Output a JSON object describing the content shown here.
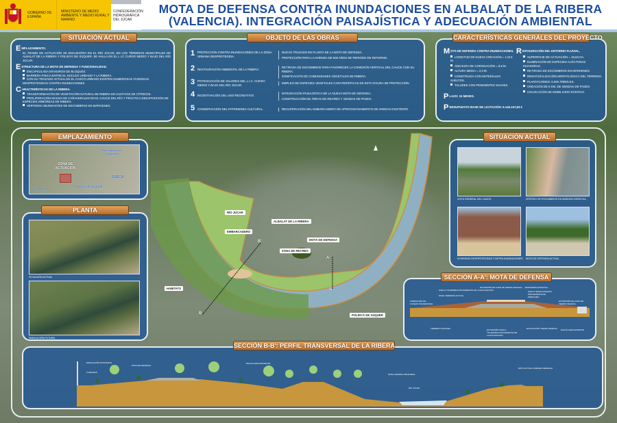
{
  "header": {
    "logos": {
      "gobierno": "GOBIERNO DE ESPAÑA",
      "ministerio": "MINISTERIO DE MEDIO AMBIENTE Y MEDIO RURAL Y MARINO",
      "confederacion": "CONFEDERACIÓN HIDROGRÁFICA DEL JÚCAR"
    },
    "title_line1": "MOTA DE DEFENSA CONTRA INUNDACIONES EN ALBALAT DE LA RIBERA",
    "title_line2": "(VALENCIA). INTEGRACIÓN PAISAJÍSTICA Y ADECUACIÓN AMBIENTAL"
  },
  "situacion": {
    "title": "SITUACIÓN ACTUAL",
    "sections": [
      {
        "initial": "E",
        "heading": "MPLAZAMIENTO.",
        "text": "EL TRAMO DE ACTUACIÓN SE ENCUENTRA EN EL RÍO JÚCAR, EN LOS TÉRMINOS MUNICIPALES DE ALBALAT DE LA RIBERA Y POLINYÀ DE XÚQUER. SE HALLA EN EL L.I.C CURSO MEDIO Y BAJO DEL RÍO JÚCAR.",
        "bullets": []
      },
      {
        "initial": "E",
        "heading": "STRUCTURA DE LA MOTA DE DEFENSA Y FUNCIONALIDAD.",
        "text": "",
        "bullets": [
          "ENCAPSULADA EN MUROS DE BLOQUES.",
          "BARRERA FÍSICA ENTRE EL NÚCLEO URBANO Y LA RIBERA.",
          "CON SU TRAZADO ACTUAL EN EL CASCO URBANO EXISTEN NUMEROSAS VIVIENDAS DESPROTEGIDAS CONTRA INUNDACIONES."
        ]
      },
      {
        "initial": "C",
        "heading": "ARACTERÍSTICAS DE LA RIBERA.",
        "text": "",
        "bullets": [
          "TRANSFORMACIÓN DE VEGETACIÓN NATURAL DE RIBERA EN CULTIVOS DE CÍTRICOS.",
          "PROLIFERACIÓN MASIVA DE CAÑAVERALES EN EL CAUCE DEL RÍO Y PRÁCTICA DESAPARICIÓN DE ESPECIES ARBÓREAS DE RIBERA.",
          "VERTIDOS ABUNDANTES DE ESCOMBROS EN MÁRGENES."
        ]
      }
    ]
  },
  "objeto": {
    "title": "OBJETO DE LAS OBRAS",
    "items": [
      {
        "n": "1",
        "left": "PROTECCIÓN CONTRA INUNDACIONES DE LA ZONA URBANA DESPROTEGIDA.",
        "right": [
          "NUEVO TRAZADO EN PLANTA DE LA MOTA DE DEFENSA.",
          "PROTECCIÓN PARA LA AVENIDA DE 500 AÑOS DE PERIODO DE RETORNO."
        ]
      },
      {
        "n": "2",
        "left": "RESTAURACIÓN AMBIENTAL DE LA RIBERA.",
        "right": [
          "RETIRADA DE ESCOMBROS PARA FAVORECER LA CONEXIÓN VERTICAL DEL CAUCE CON SU RIBERA.",
          "ZONIFICACIÓN DE COMUNIDADES VEGETALES DE RIBERA."
        ]
      },
      {
        "n": "3",
        "left": "POTENCIACIÓN DE VALORES DEL L.I.C. CURSO MEDIO Y BAJO DEL RÍO JÚCAR.",
        "right": [
          "EMPLEO DE ESPECIES VEGETALES CARATERÍSTICAS DE ESTA FIGURA DE PROTECCIÓN."
        ]
      },
      {
        "n": "4",
        "left": "INCENTIVACIÓN DEL USO RECREATIVO.",
        "right": [
          "INTEGRACIÓN PAISAJÍSTICA DE LA NUEVA MOTA DE DEFENSA.",
          "CONSTRUCCIÓN DE ÁREAS DE RECREO Y SENDAS DE PASEO."
        ]
      },
      {
        "n": "5",
        "left": "CONSERVACIÓN DEL PATRIMONIO CULTURAL.",
        "right": [
          "RECUPERACIÓN DEL EMBARCADERO DE APROVISIONAMIENTO DE ARENAS EXISTENTE."
        ]
      }
    ]
  },
  "caracteristicas": {
    "title": "CARACTERÍSTICAS GENERALES DEL PROYECTO",
    "mota": {
      "initial": "M",
      "heading": "OTA DE DEFENSA CONTRA INUNDACIONES.",
      "bullets": [
        "LONGITUD DE NUEVA CREACIÓN = 1.013 M.",
        "ANCHURA DE CORONACIÓN = 8,5 M.",
        "ALTURA MEDIA = 2,0 M.",
        "CONSTRUIDA CON MATERIALES SUELTOS.",
        "TALUDES CON PENDIENTES SUAVES."
      ]
    },
    "restauracion": {
      "initial": "R",
      "heading": "ESTAURACIÓN DEL ENTORNO FLUVIAL.",
      "bullets": [
        "SUPERFICIE DE ACTUACIÓN = 19,63 Ha.",
        "ELIMINACIÓN DE ESPECIES ALÓCTONAS INVASORAS.",
        "RETIRADA DE ESCOMBROS EN MÁRGENES.",
        "RENATURALIZACIÓN MORFOLÓGICA DEL TERRENO.",
        "PLANTACIONES: 6.500 ÁRBOLES.",
        "CREACIÓN DE 5 KM. DE SENDAS DE PASEO.",
        "COLOCACIÓN DE MOBILIARIO RÚSTICO."
      ]
    },
    "plazo": {
      "initial": "P",
      "text": "LAZO: 24 MESES."
    },
    "presupuesto": {
      "initial": "P",
      "text": "RESUPUESTO BASE DE LICITACIÓN: 6.140.247,83 €"
    }
  },
  "emplazamiento": {
    "title": "EMPLAZAMIENTO",
    "labels": {
      "zona": "ZONA DE ACTUACIÓN",
      "parc": "Parc Natural de L'Albufera",
      "sueca": "SUECA",
      "polinya": "POLINYÀ DE XÚQUER",
      "algemesi": "ALGEMESÍ"
    }
  },
  "planta": {
    "title": "PLANTA",
    "captions": [
      "SITUACIÓN ACTUAL",
      "SIMULACIÓN FUTURA"
    ]
  },
  "plan": {
    "labels": {
      "rio": "RÍO JÚCAR",
      "albalat": "ALBALAT DE LA RIBERA",
      "embarcadero": "EMBARCADERO",
      "mota": "MOTA DE DEFENSA",
      "recreo": "ZONA DE RECREO",
      "habitats": "HABITATS",
      "polinya": "POLINYÀ DE XÚQUER"
    },
    "sections": {
      "b_top": "B'",
      "b_bot": "B",
      "a_top": "A'",
      "a_bot": "A"
    }
  },
  "situacion_fotos": {
    "title": "SITUACIÓN ACTUAL",
    "captions": [
      "VISTA GENERAL DEL CAUCE",
      "VERTIDO DE ESCOMBROS EN MARGEN DERECHA",
      "VIVIENDAS DESPROTEGIDAS CONTRA INUNDACIONES",
      "MOTA DE DEFENSA ACTUAL"
    ]
  },
  "seccion_a": {
    "title": "SECCIÓN A-A': MOTA DE DEFENSA",
    "labels": [
      "FORMACIÓN DE CUNETA TRAPEZOIDAL",
      "NIVEL TERRENO ACTUAL",
      "SUELO TOLERABLE PROCEDENTE DE LA EXCAVACIÓN",
      "EXTENSIÓN DE CAPA DE TIERRA VEGETAL",
      "JARDINERÍA ARTIFICIAL",
      "SUELO SELECCIONADO PROCEDENTE DE PRÉSTAMO",
      "EXTENSIÓN DE CAPA DE TIERRA VEGETAL",
      "TERRENO NATURAL",
      "EXTENSIÓN SUELO TOLERABLE PROCEDENTE DE LA EXCAVACIÓN",
      "EXCAVACIÓN TIERRA VEGETAL",
      "ESCOLLERA EXTERIOR"
    ]
  },
  "seccion_b": {
    "title": "SECCIÓN B-B': PERFIL TRANSVERSAL DE LA RIBERA",
    "labels": [
      "EDIFICACIÓN EXISTENTE",
      "VIVIENDAS",
      "MOTA DE DEFENSA",
      "ESCOLLERA EXISTENTE",
      "NIVEL AVENIDA ORDINARIA",
      "RÍO JÚCAR",
      "MOTA ACTUAL MARGEN DERECHA"
    ]
  },
  "colors": {
    "title_blue": "#1b4d9e",
    "panel_blue": "#2258a0",
    "title_bar": "#c98338",
    "gov_yellow": "#f6c400",
    "ground": "#c8963c"
  }
}
